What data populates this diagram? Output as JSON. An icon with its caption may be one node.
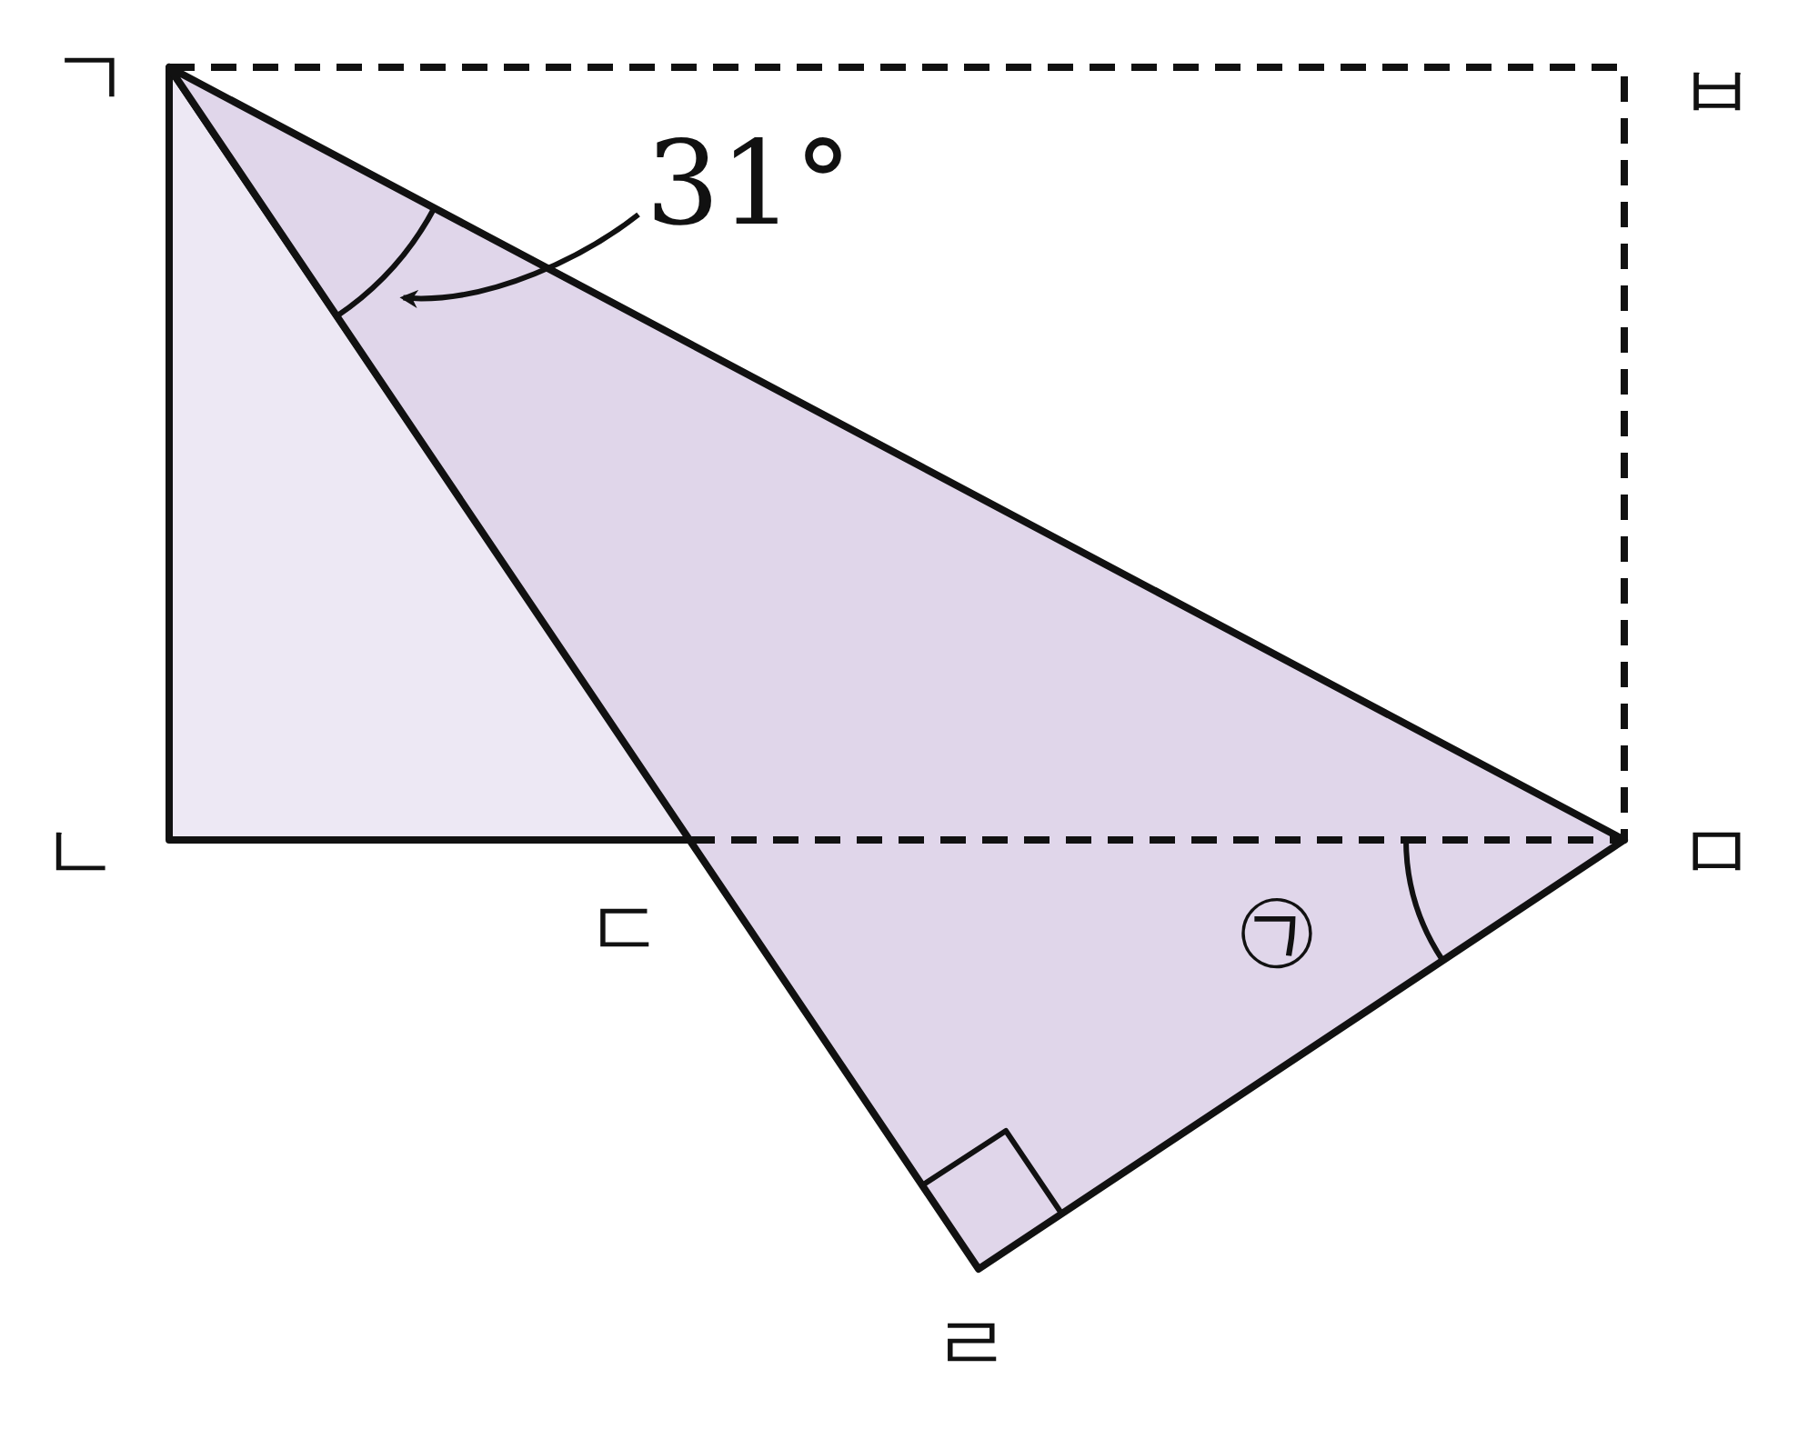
{
  "diagram": {
    "nodes": [
      {
        "text": [
          "31°"
        ]
      },
      {
        "text": [],
        "shape": "arc"
      }
    ],
    "edges": [
      {
        "from": 0,
        "to": 1,
        "arrow": "to"
      }
    ],
    "labels": [
      "ㄱ",
      "ㅂ",
      "ㄴ",
      "ㄷ",
      "ㅁ",
      "㉠",
      "ㄹ"
    ]
  }
}
